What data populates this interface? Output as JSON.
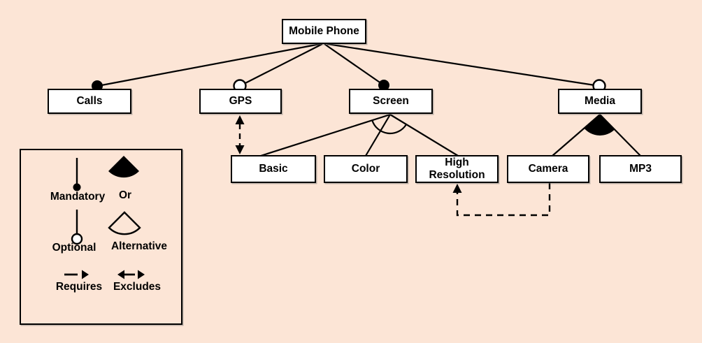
{
  "colors": {
    "background": "#fce5d6",
    "box_fill": "#ffffff",
    "line": "#000000"
  },
  "nodes": {
    "mobile_phone": {
      "label": "Mobile Phone"
    },
    "calls": {
      "label": "Calls"
    },
    "gps": {
      "label": "GPS"
    },
    "screen": {
      "label": "Screen"
    },
    "media": {
      "label": "Media"
    },
    "basic": {
      "label": "Basic"
    },
    "color": {
      "label": "Color"
    },
    "high_resolution": {
      "label": "High Resolution"
    },
    "camera": {
      "label": "Camera"
    },
    "mp3": {
      "label": "MP3"
    }
  },
  "edges": [
    {
      "parent": "mobile_phone",
      "child": "calls",
      "type": "mandatory"
    },
    {
      "parent": "mobile_phone",
      "child": "gps",
      "type": "optional"
    },
    {
      "parent": "mobile_phone",
      "child": "screen",
      "type": "mandatory"
    },
    {
      "parent": "mobile_phone",
      "child": "media",
      "type": "optional"
    },
    {
      "parent": "screen",
      "children": [
        "basic",
        "color",
        "high_resolution"
      ],
      "type": "alternative"
    },
    {
      "parent": "media",
      "children": [
        "camera",
        "mp3"
      ],
      "type": "or"
    }
  ],
  "constraints": [
    {
      "type": "excludes",
      "between": [
        "gps",
        "basic"
      ]
    },
    {
      "type": "requires",
      "from": "camera",
      "to": "high_resolution"
    }
  ],
  "legend": {
    "mandatory_label": "Mandatory",
    "or_label": "Or",
    "optional_label": "Optional",
    "alternative_label": "Alternative",
    "requires_label": "Requires",
    "excludes_label": "Excludes"
  }
}
